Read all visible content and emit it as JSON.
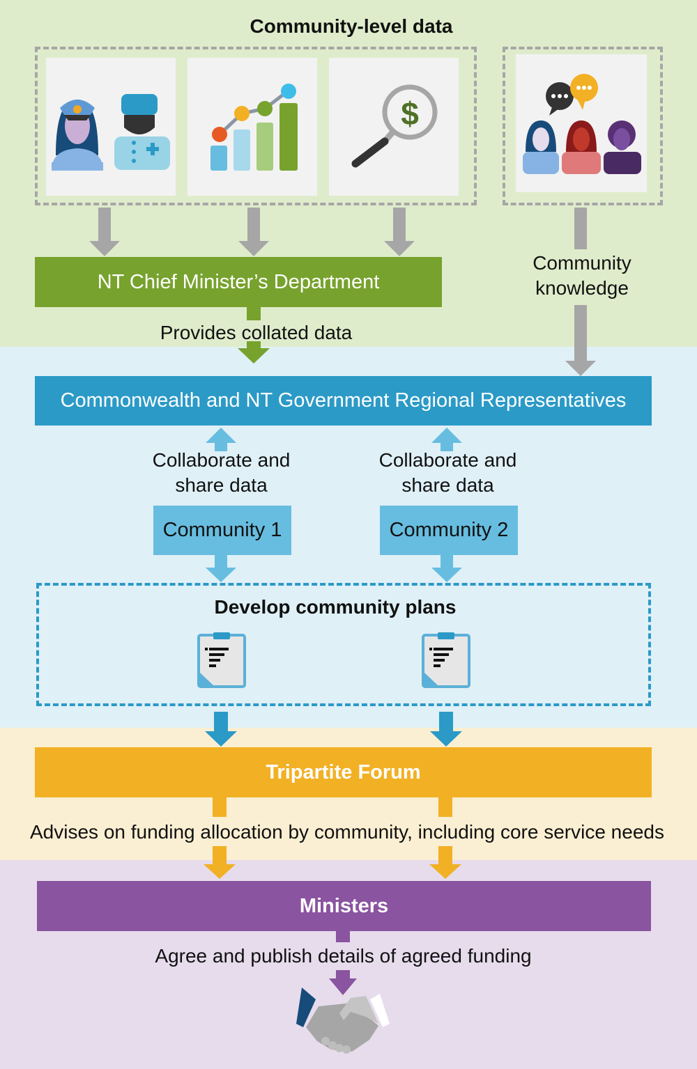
{
  "title": "Community-level data",
  "nt_department": "NT Chief Minister’s Department",
  "community_knowledge": "Community knowledge",
  "provides_collated": "Provides collated data",
  "regional_reps": "Commonwealth and NT Government Regional Representatives",
  "collaborate_1": "Collaborate and share data",
  "collaborate_2": "Collaborate and share data",
  "community_1": "Community 1",
  "community_2": "Community 2",
  "develop_plans": "Develop community plans",
  "tripartite": "Tripartite Forum",
  "advises": "Advises on funding allocation by community, including core service needs",
  "ministers": "Ministers",
  "agree": "Agree and publish details of agreed funding",
  "colors": {
    "green_bg": "#dfeccb",
    "blue_bg": "#dff0f7",
    "yellow_bg": "#fbefd3",
    "purple_bg": "#e6dcec",
    "green": "#77a22d",
    "blue": "#2b9ac7",
    "light_blue": "#67bde0",
    "yellow": "#f2b024",
    "purple": "#8a54a0",
    "gray": "#a6a6a6"
  }
}
